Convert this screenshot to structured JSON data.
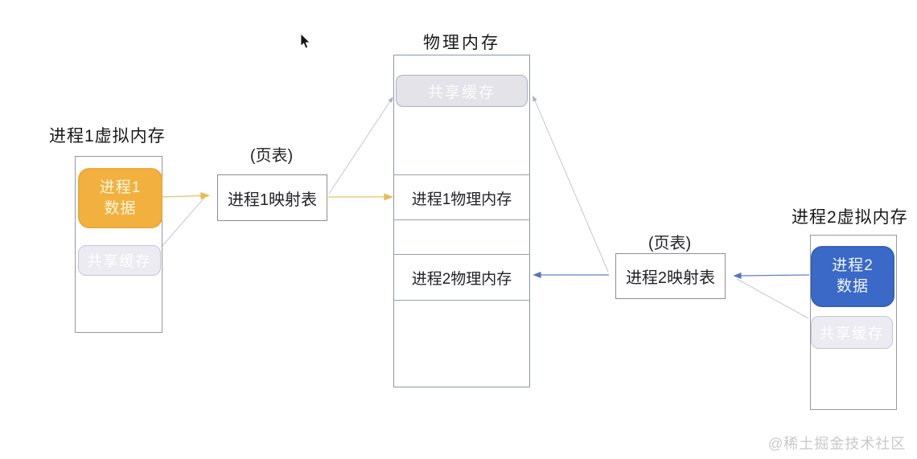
{
  "process1": {
    "title": "进程1虚拟内存",
    "data_line1": "进程1",
    "data_line2": "数据",
    "shared_label": "共享缓存"
  },
  "pagetable1": {
    "caption": "(页表)",
    "box_label": "进程1映射表"
  },
  "physical": {
    "title": "物理内存",
    "shared_label": "共享缓存",
    "section1_label": "进程1物理内存",
    "section2_label": "进程2物理内存"
  },
  "pagetable2": {
    "caption": "(页表)",
    "box_label": "进程2映射表"
  },
  "process2": {
    "title": "进程2虚拟内存",
    "data_line1": "进程2",
    "data_line2": "数据",
    "shared_label": "共享缓存"
  },
  "watermark": "@稀土掘金技术社区",
  "colors": {
    "process1_data_fill": "#F2B13E",
    "process2_data_fill": "#3A69C7",
    "shared_cache_fill": "#EBEBF1",
    "physical_shared_fill": "#E3E3E9",
    "arrow_yellow": "#E8BC4D",
    "arrow_blue": "#5F7EC8",
    "arrow_gray": "#BBC0D2",
    "watermark_gray": "#C9C9C9"
  }
}
